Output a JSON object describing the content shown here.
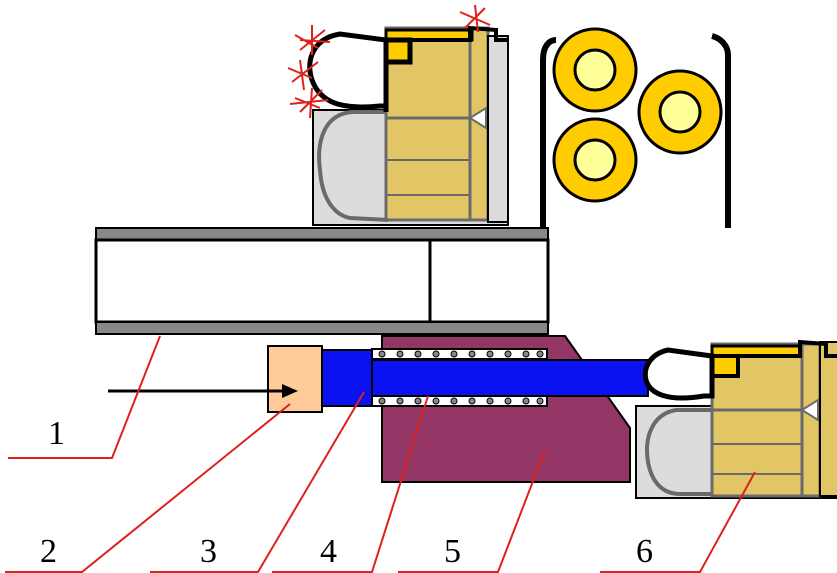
{
  "labels": {
    "l1": "1",
    "l2": "2",
    "l3": "3",
    "l4": "4",
    "l5": "5",
    "l6": "6"
  },
  "colors": {
    "leader": "#e0201c",
    "case_yellow": "#e2c565",
    "grey_body": "#dcdcdc",
    "grey_stroke": "#6a6a6a",
    "rod_blue": "#0a12f2",
    "block_purple": "#933565",
    "pad_peach": "#ffcc99",
    "rim_gold": "#ffcc00",
    "core_yellow": "#ffff99",
    "tube_grey": "#888888"
  },
  "icons": [
    "arrow-icon",
    "spring-icon",
    "bullet-icon",
    "cartridge-icon"
  ]
}
